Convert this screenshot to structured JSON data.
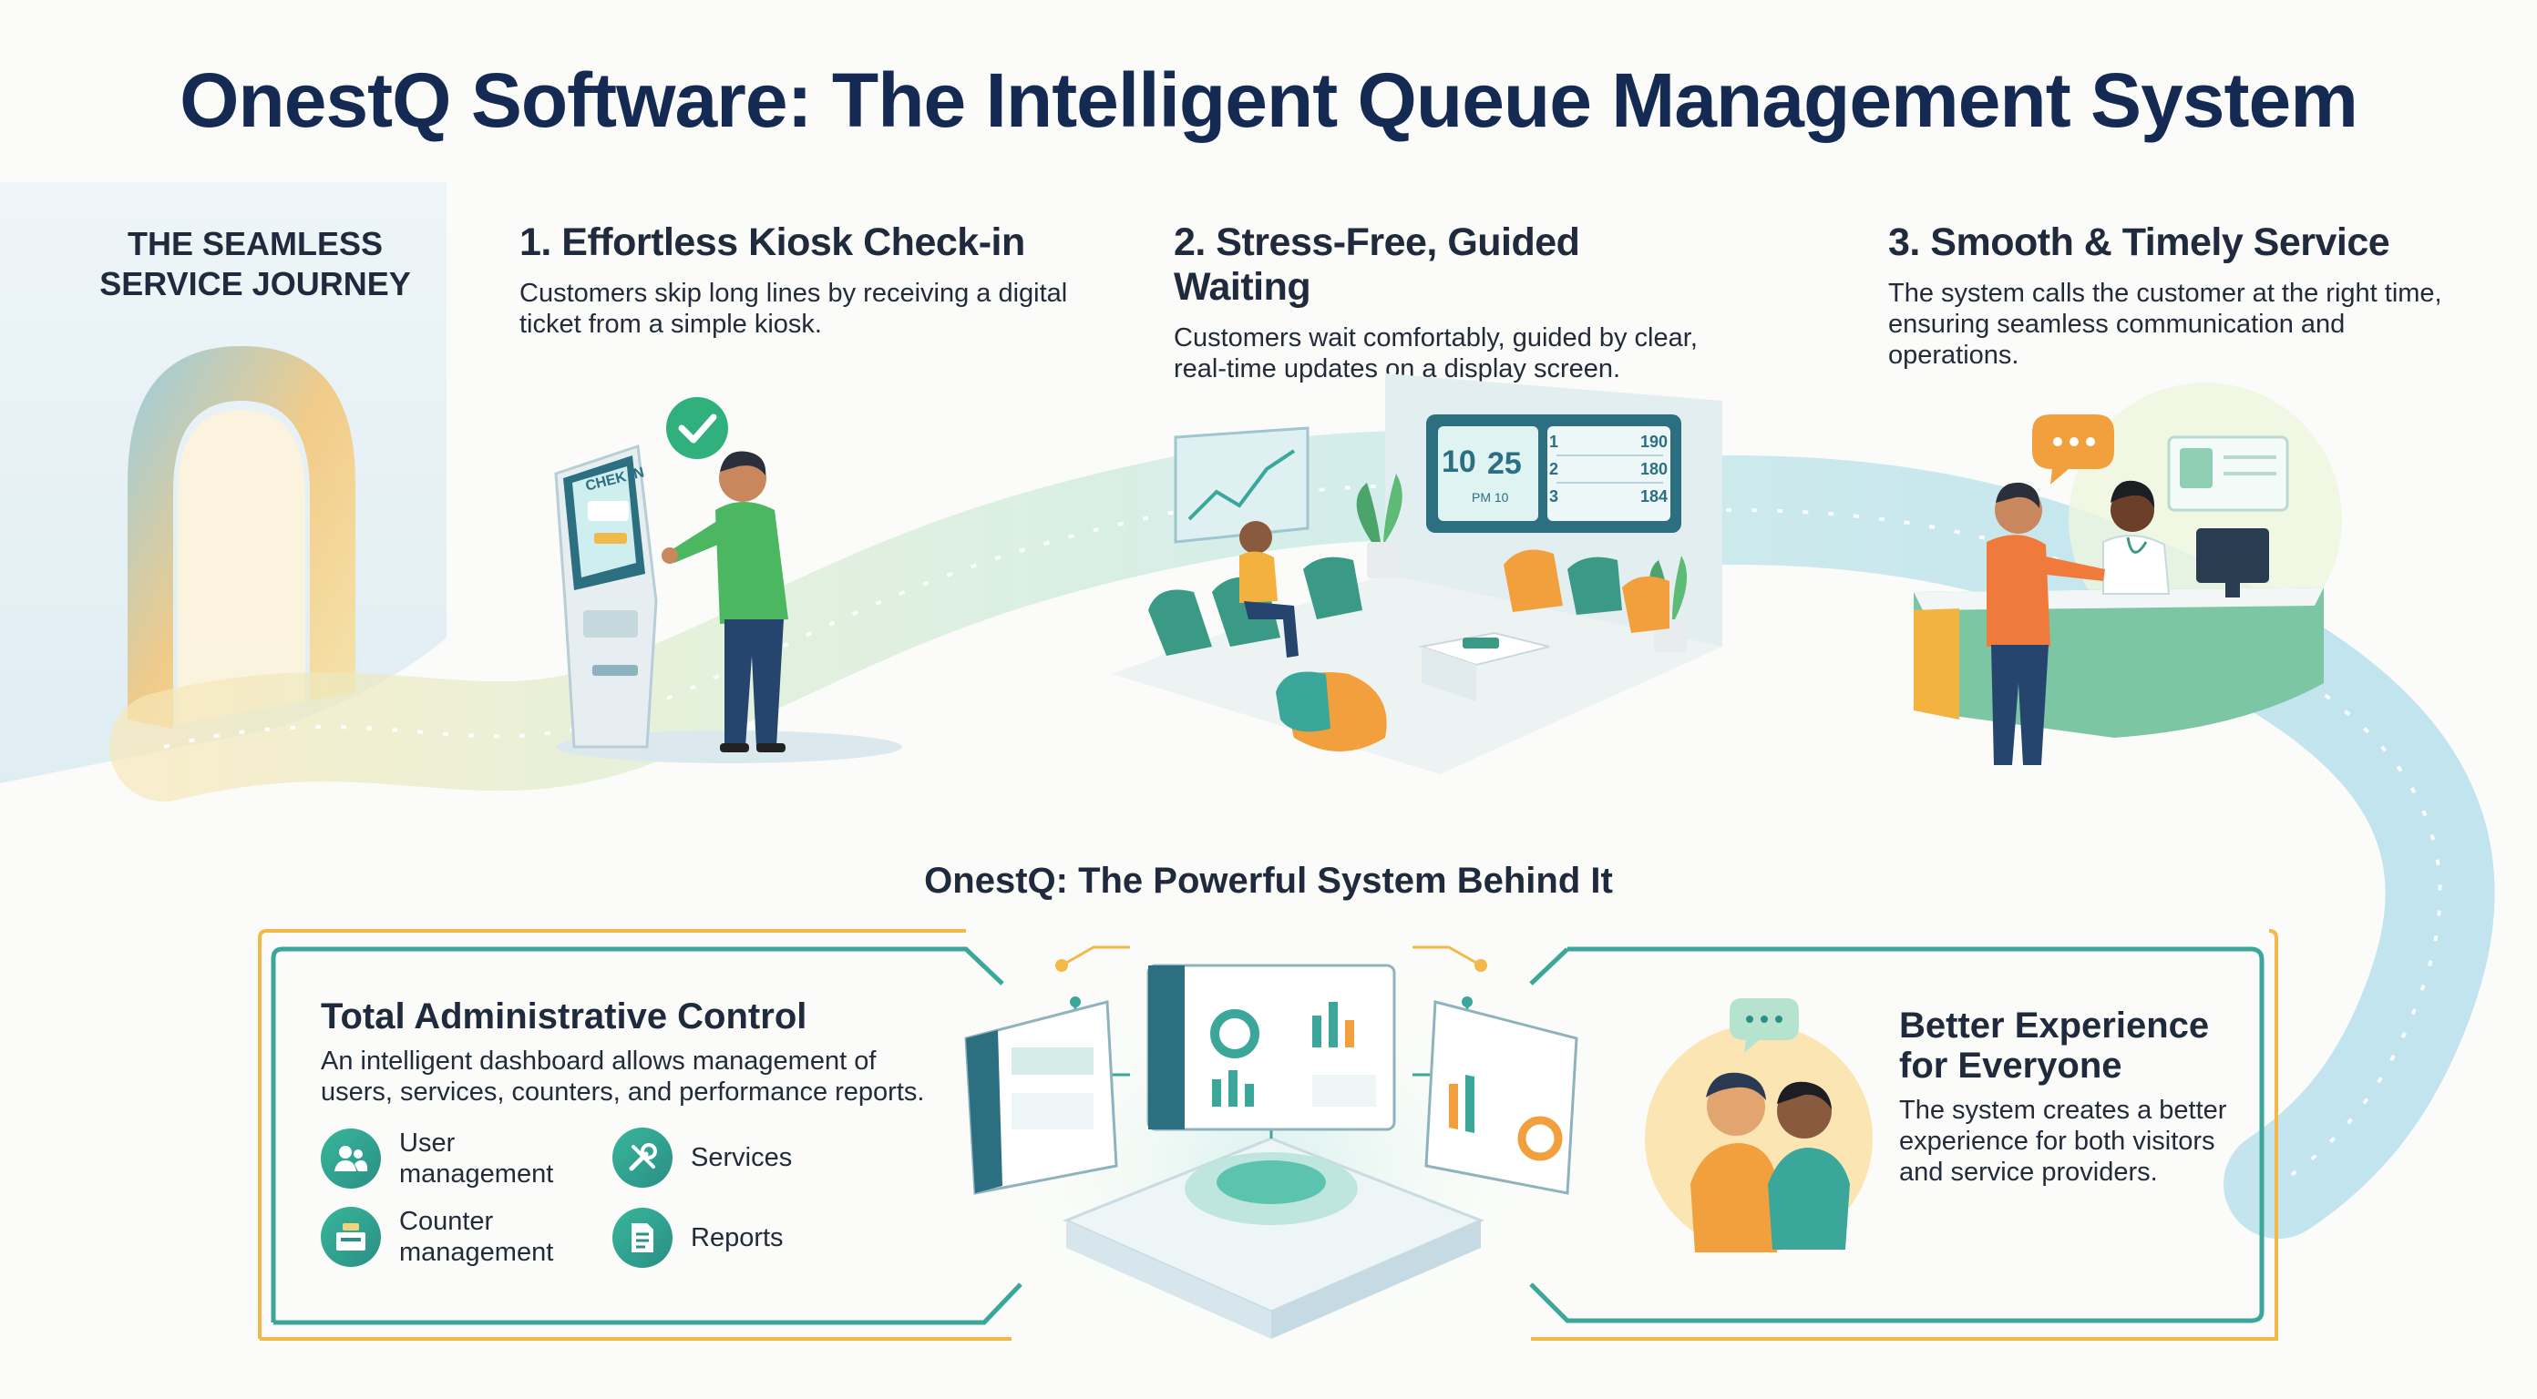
{
  "title": "OnestQ Software: The Intelligent Queue Management System",
  "journey_label": "THE SEAMLESS SERVICE JOURNEY",
  "steps": [
    {
      "title": "1. Effortless Kiosk Check-in",
      "description": "Customers skip long lines by receiving a digital ticket from a simple kiosk."
    },
    {
      "title": "2. Stress-Free, Guided Waiting",
      "description": "Customers wait comfortably, guided by clear, real-time updates on a display screen."
    },
    {
      "title": "3. Smooth & Timely Service",
      "description": "The system calls the customer at the right time, ensuring seamless communication and operations."
    }
  ],
  "kiosk_screen_text": "CHEK IN",
  "display_board": {
    "left_numbers": [
      "10",
      "25"
    ],
    "left_sub": "PM 10",
    "rows": [
      {
        "counter": "1",
        "ticket": "190"
      },
      {
        "counter": "2",
        "ticket": "180"
      },
      {
        "counter": "3",
        "ticket": "184"
      }
    ]
  },
  "system_section_title": "OnestQ: The Powerful System Behind It",
  "admin_panel": {
    "title": "Total Administrative Control",
    "description": "An intelligent dashboard allows management of users, services, counters, and performance reports.",
    "features": [
      {
        "label": "User management",
        "icon": "users-icon"
      },
      {
        "label": "Services",
        "icon": "tools-icon"
      },
      {
        "label": "Counter management",
        "icon": "counter-desk-icon"
      },
      {
        "label": "Reports",
        "icon": "report-icon"
      }
    ]
  },
  "experience_panel": {
    "title": "Better Experience for Everyone",
    "description": "The system creates a better experience for both visitors and service providers."
  },
  "colors": {
    "title": "#152a52",
    "accent_teal": "#2fa58f",
    "accent_orange": "#f2a03d",
    "panel_border": "#3aa79a"
  }
}
